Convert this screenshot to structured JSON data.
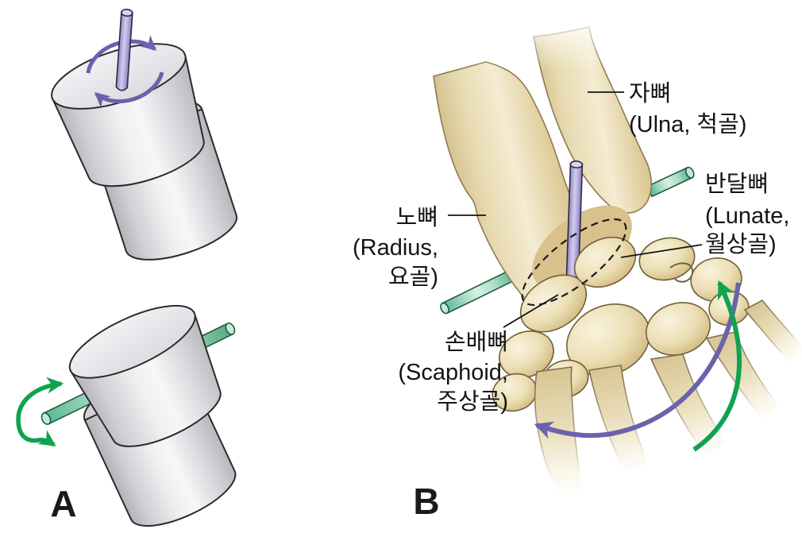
{
  "panel_a": {
    "letter": "A",
    "top_model": {
      "rod_icon": "vertical-purple-axis-rod",
      "arrow_icon": "purple-circular-rotation-arrow"
    },
    "bottom_model": {
      "rod_icon": "horizontal-green-axis-rod",
      "arrow_icon": "green-double-headed-rotation-arrow"
    }
  },
  "panel_b": {
    "letter": "B",
    "labels": {
      "ulna": {
        "lines": [
          "자뼈",
          "(Ulna, 척골)"
        ]
      },
      "radius": {
        "lines": [
          "노뼈",
          "(Radius,",
          "요골)"
        ]
      },
      "lunate": {
        "lines": [
          "반달뼈",
          "(Lunate,",
          "월상골)"
        ]
      },
      "scaphoid": {
        "lines": [
          "손배뼈",
          "(Scaphoid,",
          "주상골)"
        ]
      }
    },
    "icons": {
      "purple_rod": "vertical-axis-rod",
      "green_rod": "oblique-axis-rod",
      "purple_arc": "purple-motion-arc-arrow",
      "green_arc": "green-motion-arc-arrow",
      "dashed_outline": "articular-surface-dashed-outline"
    }
  },
  "colors": {
    "purple": "#6b62ac",
    "green": "#0fa350",
    "rod_purple": "#b7aedd",
    "rod_green": "#a3dcc4",
    "bone": "#e7d9b0",
    "cylinder": "#dcdce0",
    "text": "#141414",
    "background": "#ffffff"
  }
}
